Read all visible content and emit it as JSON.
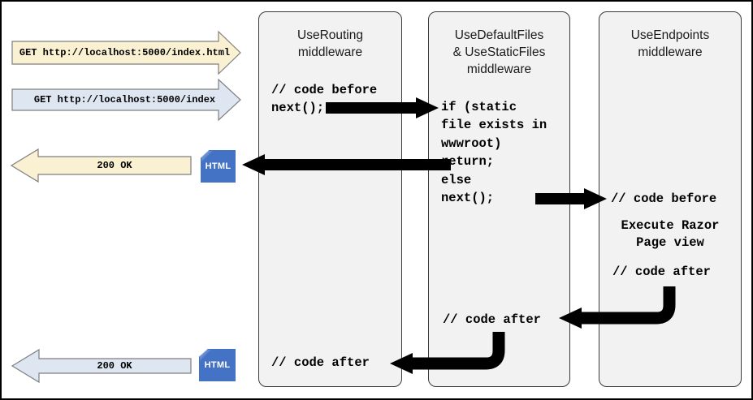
{
  "colors": {
    "request_yellow_fill": "#FAF1D3",
    "request_blue_fill": "#DEE6F2",
    "arrow_outline": "#7F7F7F",
    "flow_arrow_black": "#000000",
    "box_fill": "#F2F2F2",
    "box_border": "#3A3A3A",
    "badge_blue": "#4472C4",
    "badge_text": "#FFFFFF"
  },
  "flow": {
    "requests": [
      {
        "label": "GET http://localhost:5000/index.html"
      },
      {
        "label": "GET http://localhost:5000/index"
      }
    ],
    "responses": [
      {
        "label": "200 OK",
        "badge": "HTML"
      },
      {
        "label": "200 OK",
        "badge": "HTML"
      }
    ]
  },
  "boxes": [
    {
      "title": "UseRouting\nmiddleware",
      "code_top": "// code before\nnext();",
      "code_after": "// code after"
    },
    {
      "title": "UseDefaultFiles\n& UseStaticFiles\nmiddleware",
      "code_top": "if (static\nfile exists in\nwwwroot)\n  return;\nelse\n  next();",
      "code_after": "// code after"
    },
    {
      "title": "UseEndpoints\nmiddleware",
      "code_before": "// code before",
      "action": "Execute Razor\nPage view",
      "code_after": "// code after"
    }
  ]
}
